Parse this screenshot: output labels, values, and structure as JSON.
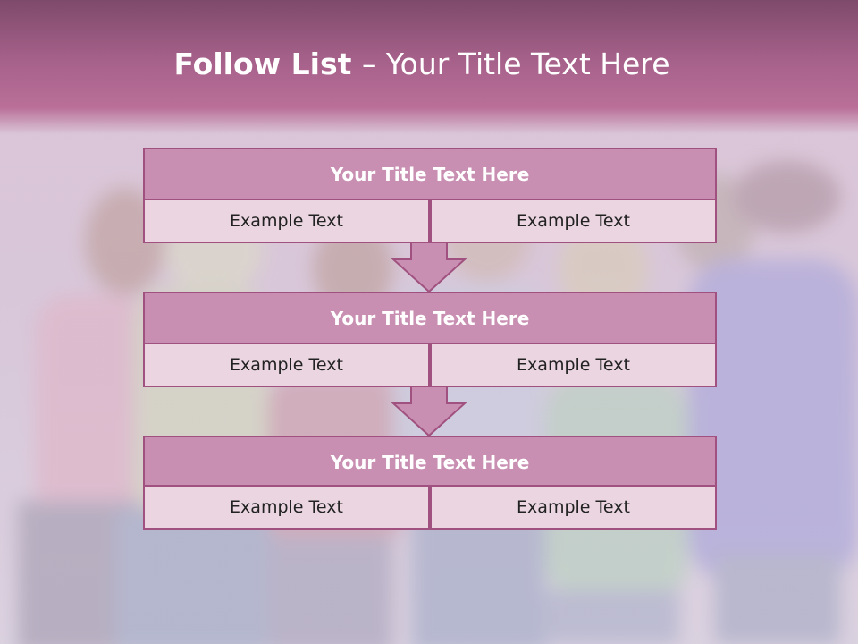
{
  "slide": {
    "title_bold": "Follow List ",
    "title_rest": " – Your Title Text Here"
  },
  "flow": [
    {
      "title": "Your Title Text Here",
      "left": "Example Text",
      "right": "Example Text"
    },
    {
      "title": "Your Title Text Here",
      "left": "Example Text",
      "right": "Example Text"
    },
    {
      "title": "Your Title Text Here",
      "left": "Example Text",
      "right": "Example Text"
    }
  ],
  "colors": {
    "header": "#b96f98",
    "box_title_fill": "#c98fb2",
    "box_border": "#a0517f",
    "cell_fill": "#ead5e1",
    "arrow_fill": "#c98fb2"
  }
}
